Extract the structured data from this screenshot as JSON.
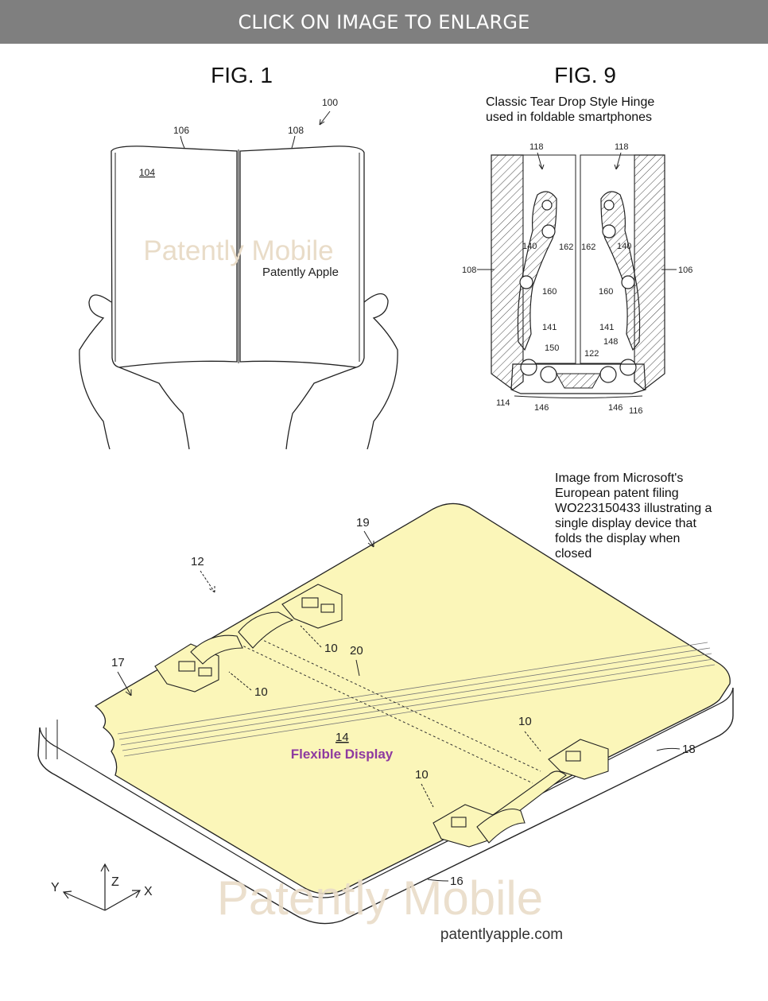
{
  "banner": {
    "label": "CLICK ON IMAGE TO ENLARGE"
  },
  "fig1": {
    "title": "FIG. 1",
    "ref_100": "100",
    "ref_106": "106",
    "ref_108": "108",
    "ref_104": "104",
    "watermark": "Patently Mobile",
    "credit": "Patently Apple"
  },
  "fig9": {
    "title": "FIG. 9",
    "caption_line1": "Classic Tear Drop Style Hinge",
    "caption_line2": "used in foldable smartphones",
    "ref_118a": "118",
    "ref_118b": "118",
    "ref_108": "108",
    "ref_106": "106",
    "ref_140a": "140",
    "ref_162a": "162",
    "ref_162b": "162",
    "ref_140b": "140",
    "ref_160a": "160",
    "ref_160b": "160",
    "ref_141a": "141",
    "ref_141b": "141",
    "ref_150": "150",
    "ref_148": "148",
    "ref_122": "122",
    "ref_114": "114",
    "ref_146a": "146",
    "ref_146b": "146",
    "ref_116": "116"
  },
  "main": {
    "note_lines": [
      "Image from Microsoft's",
      "European patent filing",
      "WO223150433 illustrating a",
      "single display device that",
      "folds the display when",
      "closed"
    ],
    "ref_19": "19",
    "ref_12": "12",
    "ref_17": "17",
    "ref_20": "20",
    "ref_10a": "10",
    "ref_10b": "10",
    "ref_10c": "10",
    "ref_10d": "10",
    "ref_14": "14",
    "ref_18": "18",
    "ref_16": "16",
    "display_label": "Flexible Display",
    "axis_z": "Z",
    "axis_y": "Y",
    "axis_x": "X",
    "watermark": "Patently Mobile",
    "site": "patentlyapple.com"
  },
  "colors": {
    "panel_fill": "#fbf6b9",
    "accent_label": "#8e3aa0",
    "watermark": "#e9dcc8",
    "banner_bg": "#7f7f7f"
  }
}
